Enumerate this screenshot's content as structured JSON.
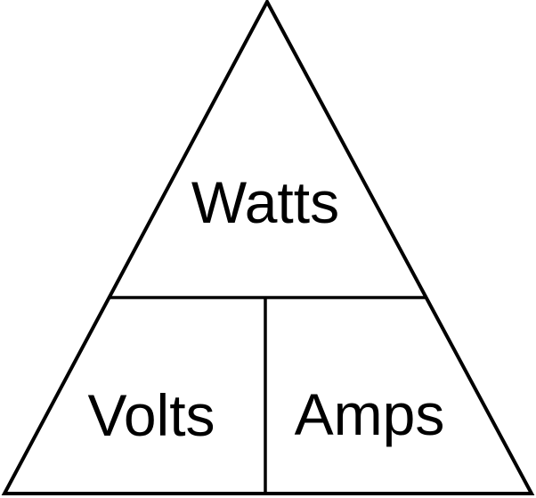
{
  "diagram": {
    "kind": "power-triangle",
    "colors": {
      "background": "#ffffff",
      "line": "#000000",
      "text": "#000000"
    },
    "labels": {
      "top": "Watts",
      "bottom_left": "Volts",
      "bottom_right": "Amps"
    }
  }
}
